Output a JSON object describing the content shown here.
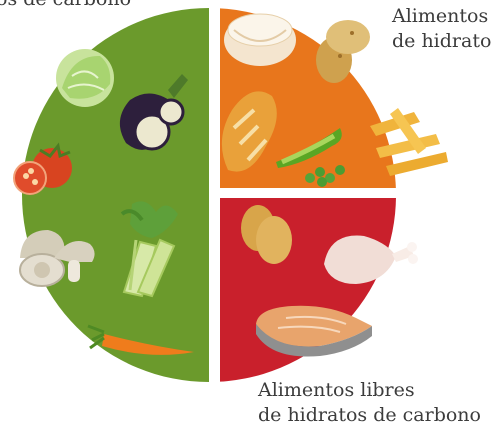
{
  "labels": {
    "top_left": "os de carbono",
    "top_right_line1": "Alimentos",
    "top_right_line2": "de hidrato",
    "bottom_right_line1": "Alimentos libres",
    "bottom_right_line2": "de hidratos de carbono"
  },
  "sections": [
    {
      "name": "vegetables",
      "color": "#6b9a2c"
    },
    {
      "name": "carbohydrates",
      "color": "#e8761c"
    },
    {
      "name": "protein",
      "color": "#c9202c"
    }
  ],
  "foods": {
    "vegetables": [
      "cabbage-icon",
      "eggplant-icon",
      "tomato-icon",
      "mushroom-icon",
      "celery-icon",
      "carrot-icon"
    ],
    "carbohydrates": [
      "rice-icon",
      "potato-icon",
      "bread-icon",
      "peas-icon",
      "pasta-icon"
    ],
    "protein": [
      "eggs-icon",
      "chicken-leg-icon",
      "salmon-icon"
    ]
  }
}
